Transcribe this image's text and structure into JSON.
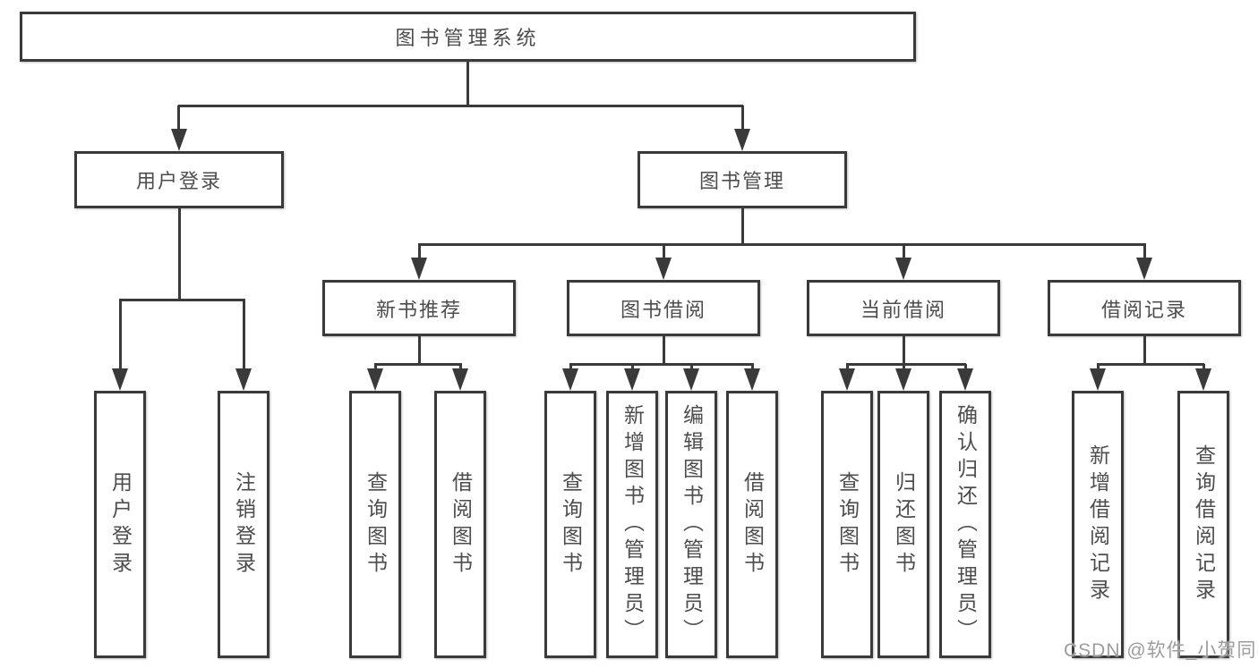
{
  "tree": {
    "root": {
      "label": "图书管理系统"
    },
    "branches": [
      {
        "label": "用户登录",
        "children": [
          {
            "label": "用户登录"
          },
          {
            "label": "注销登录"
          }
        ]
      },
      {
        "label": "图书管理",
        "sections": [
          {
            "label": "新书推荐",
            "children": [
              {
                "label": "查询图书"
              },
              {
                "label": "借阅图书"
              }
            ]
          },
          {
            "label": "图书借阅",
            "children": [
              {
                "label": "查询图书"
              },
              {
                "label": "新增图书（管理员）"
              },
              {
                "label": "编辑图书（管理员）"
              },
              {
                "label": "借阅图书"
              }
            ]
          },
          {
            "label": "当前借阅",
            "children": [
              {
                "label": "查询图书"
              },
              {
                "label": "归还图书"
              },
              {
                "label": "确认归还（管理员）"
              }
            ]
          },
          {
            "label": "借阅记录",
            "children": [
              {
                "label": "新增借阅记录"
              },
              {
                "label": "查询借阅记录"
              }
            ]
          }
        ]
      }
    ]
  },
  "watermark": {
    "text": "CSDN @软件_小贺同学"
  },
  "colors": {
    "line": "#3a3a3a",
    "box_border": "#3a3a3a",
    "text": "#4d4d4d",
    "watermark": "#9d9d9d",
    "background": "#ffffff"
  }
}
